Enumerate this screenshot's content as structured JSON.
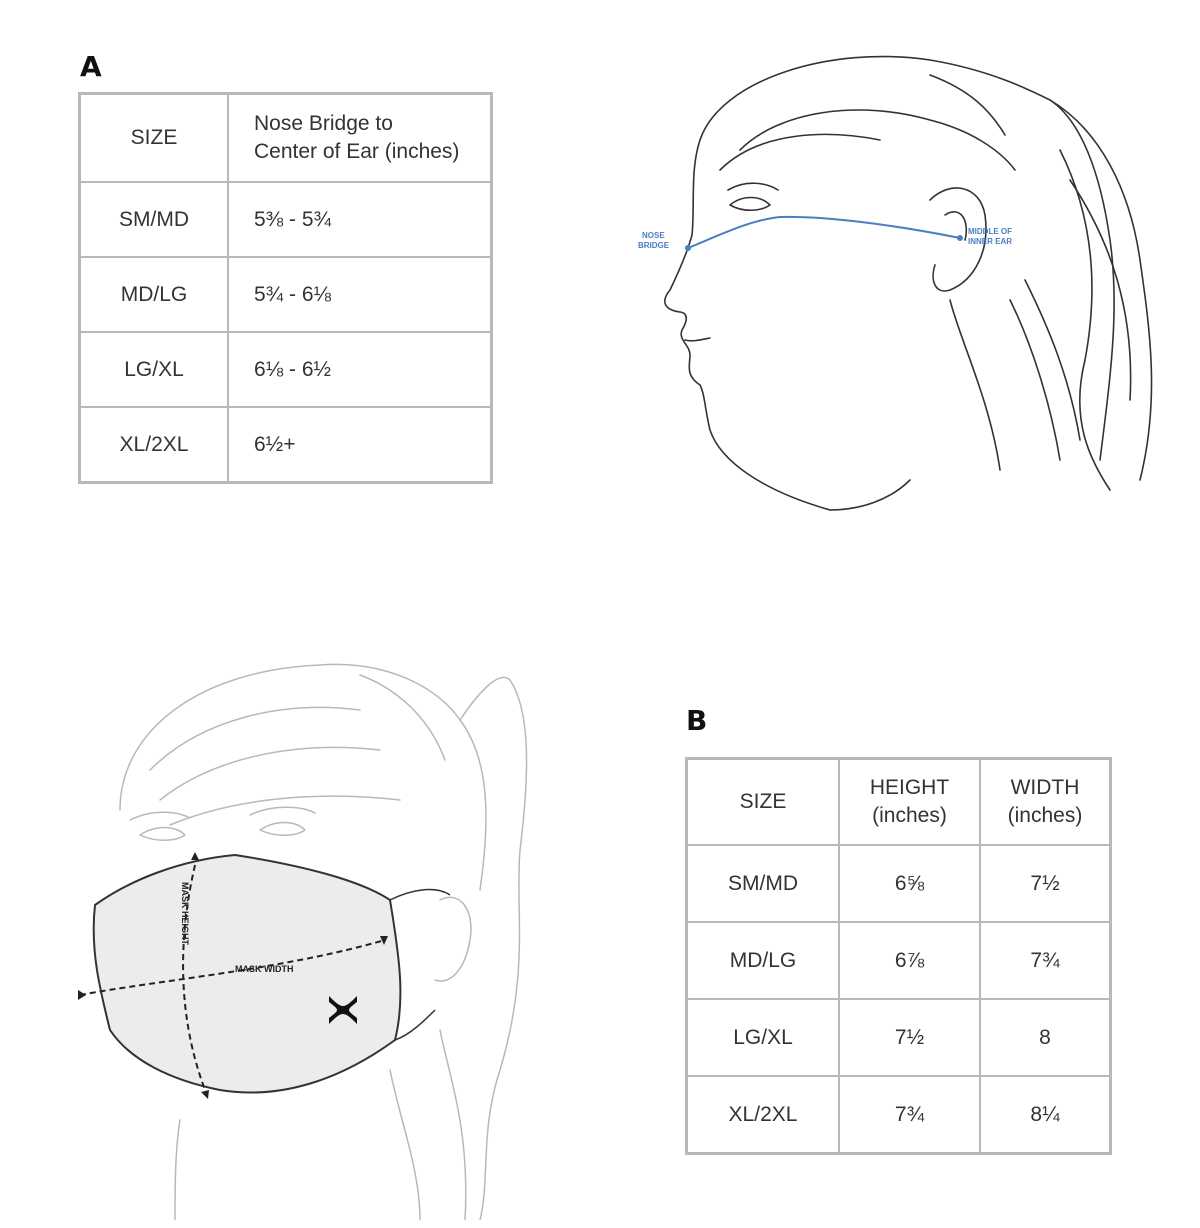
{
  "section_a": {
    "letter": "A",
    "headers": [
      "SIZE",
      "Nose Bridge to",
      "Center of Ear (inches)"
    ],
    "rows": [
      {
        "size": "SM/MD",
        "value": "5⅜ - 5¾"
      },
      {
        "size": "MD/LG",
        "value": "5¾ - 6⅛"
      },
      {
        "size": "LG/XL",
        "value": "6⅛ - 6½"
      },
      {
        "size": "XL/2XL",
        "value": "6½+"
      }
    ]
  },
  "profile_illustration": {
    "nose_label": [
      "NOSE",
      "BRIDGE"
    ],
    "ear_label": [
      "MIDDLE OF",
      "INNER EAR"
    ],
    "line_color": "#4a7fc1"
  },
  "mask_illustration": {
    "width_label": "MASK WIDTH",
    "height_label": "MASK HEIGHT"
  },
  "section_b": {
    "letter": "B",
    "headers": [
      "SIZE",
      "HEIGHT",
      "(inches)",
      "WIDTH",
      "(inches)"
    ],
    "rows": [
      {
        "size": "SM/MD",
        "height": "6⅝",
        "width": "7½"
      },
      {
        "size": "MD/LG",
        "height": "6⅞",
        "width": "7¾"
      },
      {
        "size": "LG/XL",
        "height": "7½",
        "width": "8"
      },
      {
        "size": "XL/2XL",
        "height": "7¾",
        "width": "8¼"
      }
    ]
  }
}
